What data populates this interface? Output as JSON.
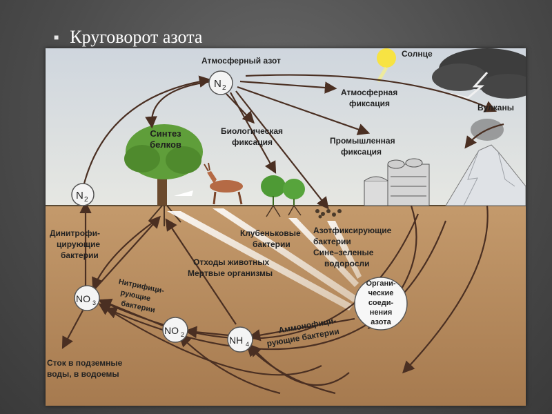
{
  "slide": {
    "title": "Круговорот азота"
  },
  "diagram": {
    "labels": {
      "atmospheric_nitrogen": "Атмосферный азот",
      "sun": "Солнце",
      "atmospheric_fixation": [
        "Атмосферная",
        "фиксация"
      ],
      "volcanoes": "Вулканы",
      "protein_synthesis": [
        "Синтез",
        "белков"
      ],
      "biological_fixation": [
        "Биологическая",
        "фиксация"
      ],
      "industrial_fixation": [
        "Промышленная",
        "фиксация"
      ],
      "nodule_bacteria": [
        "Клубеньковые",
        "бактерии"
      ],
      "nitrogen_fixing": [
        "Азотфиксирующие",
        "бактерии",
        "Сине–зеленые",
        "водоросли"
      ],
      "denitrifying": [
        "Динитрофи-",
        "цирующие",
        "бактерии"
      ],
      "animal_waste": [
        "Отходы животных",
        "Мертвые организмы"
      ],
      "organic_compounds": [
        "Органи-",
        "ческие",
        "соеди-",
        "нения",
        "азота"
      ],
      "nitrifying": [
        "Нитрифици-",
        "рующие",
        "бактерии"
      ],
      "ammonifying": [
        "Аммонофици-",
        "рующие бактерии"
      ],
      "runoff": [
        "Сток в подземные",
        "воды, в водоемы"
      ]
    },
    "nodes": {
      "n2_top": {
        "main": "N",
        "sub": "2"
      },
      "n2_left": {
        "main": "N",
        "sub": "2"
      },
      "no3": {
        "main": "NO",
        "sub": "3"
      },
      "no2": {
        "main": "NO",
        "sub": "2"
      },
      "nh4": {
        "main": "NH",
        "sub": "4"
      }
    }
  },
  "colors": {
    "sky": "#d5dce3",
    "soil": "#b6875a",
    "arrow": "#4a2f22",
    "tree": "#5f9e3a"
  }
}
